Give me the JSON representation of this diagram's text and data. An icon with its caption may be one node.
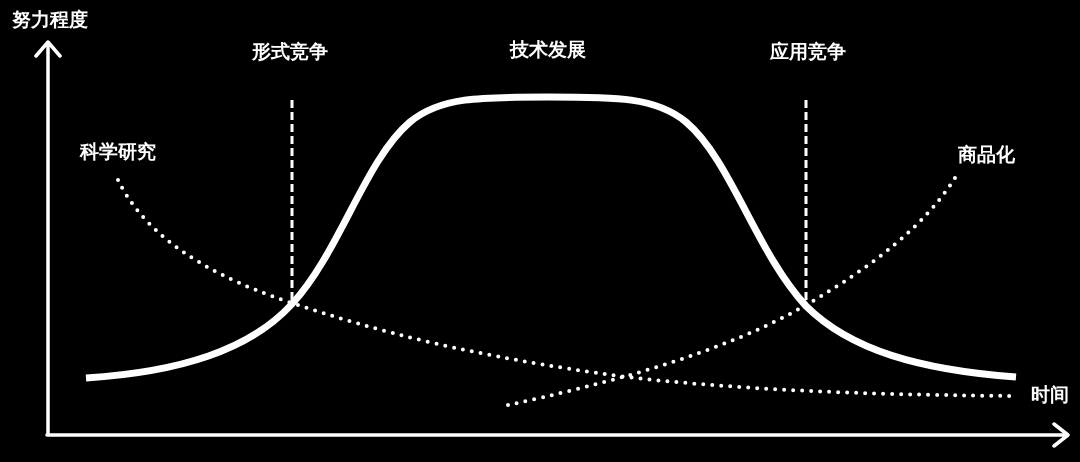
{
  "diagram": {
    "labels": [
      "努力程度",
      "形式竞争",
      "技术发展",
      "应用竞争",
      "科学研究",
      "商品化",
      "时间"
    ]
  }
}
